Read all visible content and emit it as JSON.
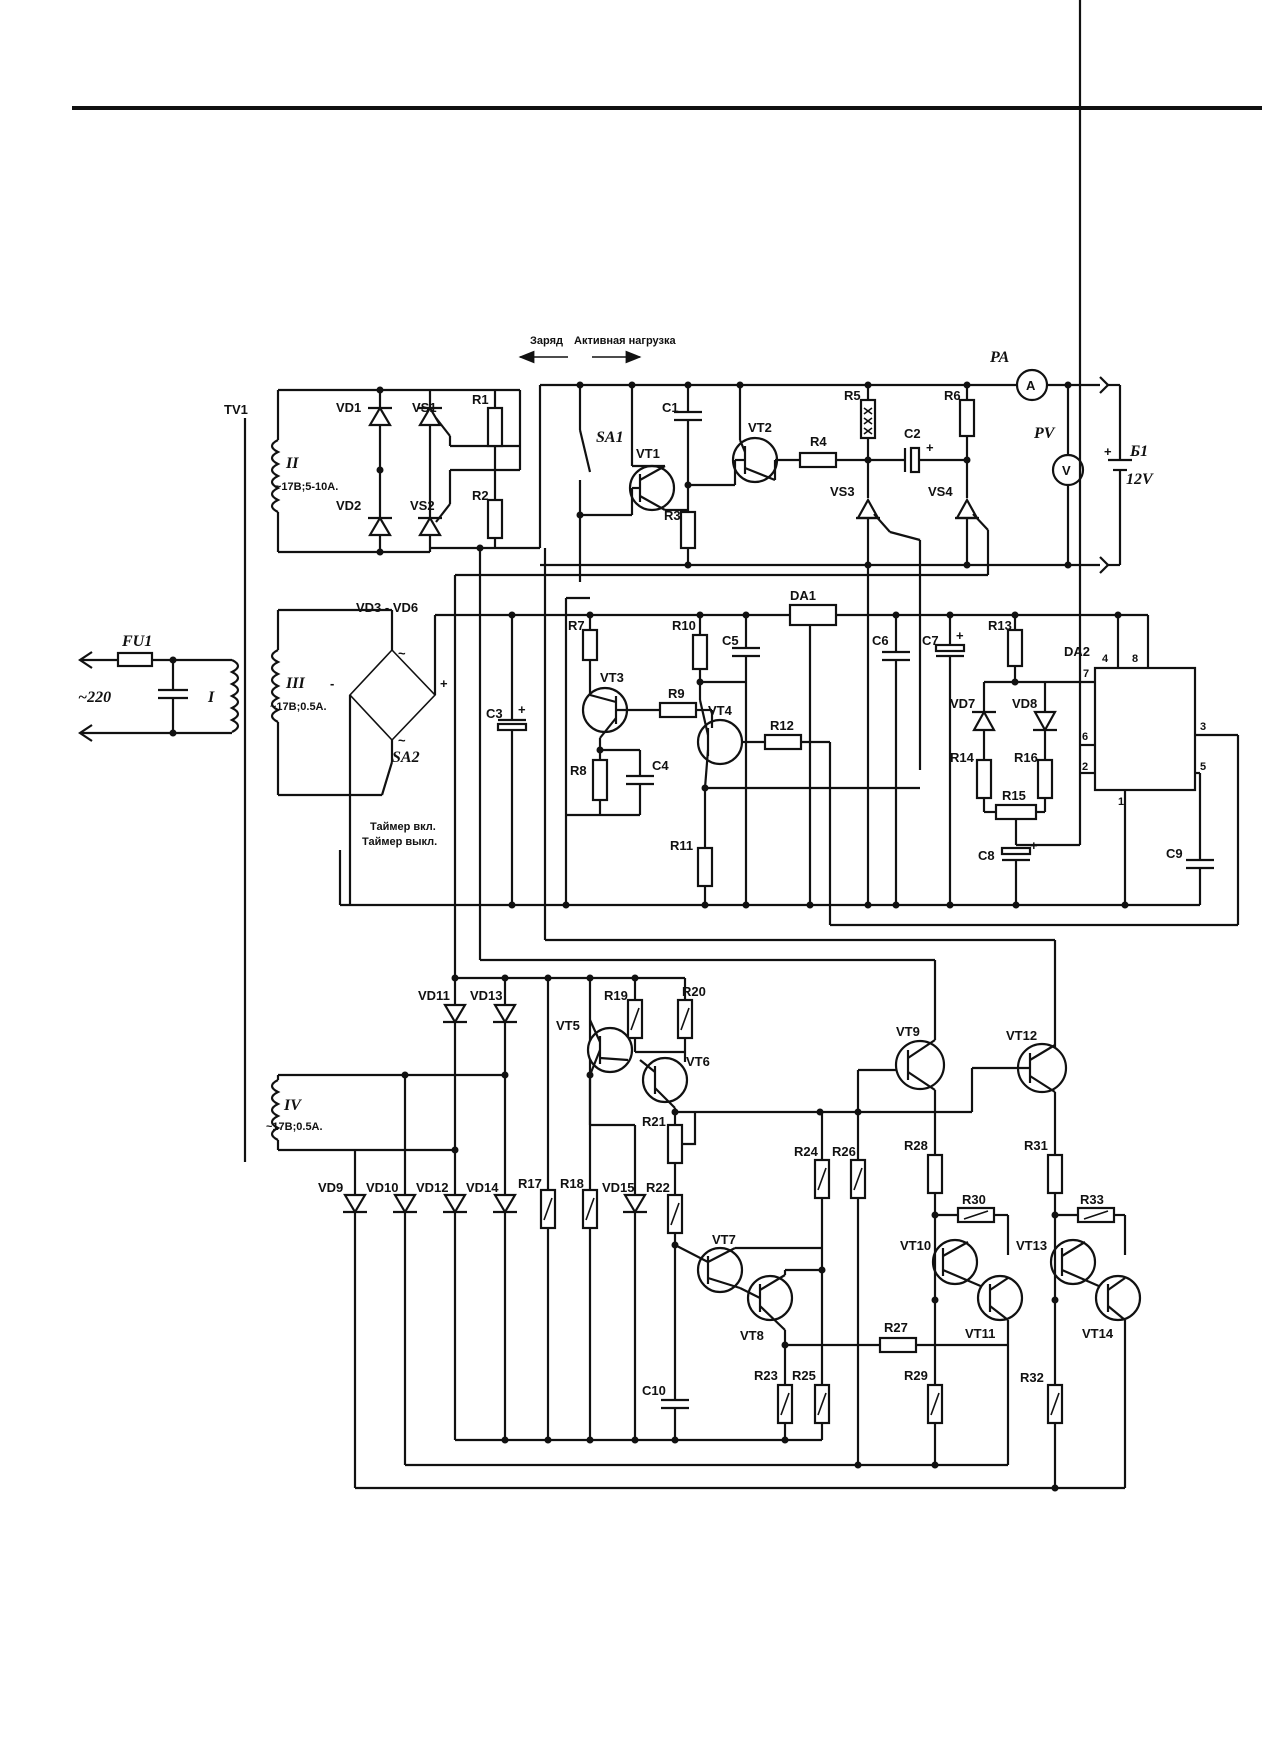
{
  "labels": {
    "charge": "Заряд",
    "active_load": "Активная нагрузка",
    "tv1": "TV1",
    "fu1": "FU1",
    "mains": "~220",
    "winding_1": "I",
    "winding_2": "II",
    "winding_2_spec": "~17В;5-10А.",
    "winding_3": "III",
    "winding_3_spec": "~17В;0.5А.",
    "winding_4": "IV",
    "winding_4_spec": "~17В;0.5А.",
    "timer_on": "Таймер вкл.",
    "timer_off": "Таймер выкл.",
    "pa": "PA",
    "pv": "PV",
    "meter_a": "A",
    "meter_v": "V",
    "battery": "Б1",
    "battery_voltage": "12V",
    "sa1": "SA1",
    "sa2": "SA2",
    "da1": "DA1",
    "da2": "DA2",
    "bridge": "VD3 - VD6",
    "vd1": "VD1",
    "vd2": "VD2",
    "vs1": "VS1",
    "vs2": "VS2",
    "vs3": "VS3",
    "vs4": "VS4",
    "vd7": "VD7",
    "vd8": "VD8",
    "vd9": "VD9",
    "vd10": "VD10",
    "vd11": "VD11",
    "vd12": "VD12",
    "vd13": "VD13",
    "vd14": "VD14",
    "vd15": "VD15",
    "r1": "R1",
    "r2": "R2",
    "r3": "R3",
    "r4": "R4",
    "r5": "R5",
    "r6": "R6",
    "r7": "R7",
    "r8": "R8",
    "r9": "R9",
    "r10": "R10",
    "r11": "R11",
    "r12": "R12",
    "r13": "R13",
    "r14": "R14",
    "r15": "R15",
    "r16": "R16",
    "r17": "R17",
    "r18": "R18",
    "r19": "R19",
    "r20": "R20",
    "r21": "R21",
    "r22": "R22",
    "r23": "R23",
    "r24": "R24",
    "r25": "R25",
    "r26": "R26",
    "r27": "R27",
    "r28": "R28",
    "r29": "R29",
    "r30": "R30",
    "r31": "R31",
    "r32": "R32",
    "r33": "R33",
    "c1": "C1",
    "c2": "C2",
    "c3": "C3",
    "c4": "C4",
    "c5": "C5",
    "c6": "C6",
    "c7": "C7",
    "c8": "C8",
    "c9": "C9",
    "c10": "C10",
    "vt1": "VT1",
    "vt2": "VT2",
    "vt3": "VT3",
    "vt4": "VT4",
    "vt5": "VT5",
    "vt6": "VT6",
    "vt7": "VT7",
    "vt8": "VT8",
    "vt9": "VT9",
    "vt10": "VT10",
    "vt11": "VT11",
    "vt12": "VT12",
    "vt13": "VT13",
    "vt14": "VT14",
    "pin1": "1",
    "pin2": "2",
    "pin3": "3",
    "pin4": "4",
    "pin5": "5",
    "pin6": "6",
    "pin7": "7",
    "pin8": "8",
    "plus": "+",
    "minus": "-",
    "tilde": "~"
  }
}
